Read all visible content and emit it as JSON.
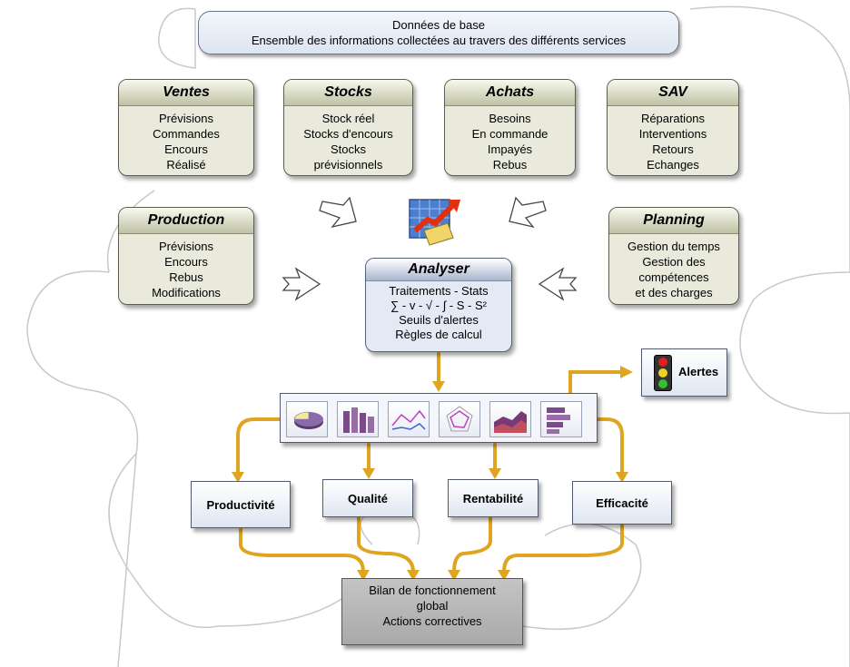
{
  "top_box": {
    "line1": "Données de base",
    "line2": "Ensemble des informations collectées au travers des différents services"
  },
  "services": {
    "ventes": {
      "title": "Ventes",
      "items": [
        "Prévisions",
        "Commandes",
        "Encours",
        "Réalisé"
      ]
    },
    "stocks": {
      "title": "Stocks",
      "items": [
        "Stock réel",
        "Stocks d'encours",
        "Stocks",
        "prévisionnels"
      ]
    },
    "achats": {
      "title": "Achats",
      "items": [
        "Besoins",
        "En commande",
        "Impayés",
        "Rebus"
      ]
    },
    "sav": {
      "title": "SAV",
      "items": [
        "Réparations",
        "Interventions",
        "Retours",
        "Echanges"
      ]
    },
    "production": {
      "title": "Production",
      "items": [
        "Prévisions",
        "Encours",
        "Rebus",
        "Modifications"
      ]
    },
    "planning": {
      "title": "Planning",
      "items": [
        "Gestion du temps",
        "Gestion des",
        "compétences",
        "et des charges"
      ]
    }
  },
  "analyser": {
    "title": "Analyser",
    "items": [
      "Traitements - Stats",
      "∑ - v - √ - ∫ - S - S²",
      "Seuils d'alertes",
      "Règles de calcul"
    ]
  },
  "alertes": {
    "label": "Alertes"
  },
  "indicators": {
    "productivite": "Productivité",
    "qualite": "Qualité",
    "rentabilite": "Rentabilité",
    "efficacite": "Efficacité"
  },
  "bilan": {
    "line1": "Bilan de fonctionnement",
    "line2": "global",
    "line3": "Actions correctives"
  },
  "colors": {
    "arrow": "#e0a520",
    "card_fill": "#e9eadb",
    "analyser_fill": "#e3e9f5",
    "bilan_fill": "#b5b5b5"
  },
  "icons": [
    "chart-analysis-icon",
    "pie-chart-icon",
    "bar-chart-icon",
    "line-chart-icon",
    "radar-chart-icon",
    "area-chart-icon",
    "stacked-bar-chart-icon",
    "traffic-light-icon",
    "chevron-arrow-icon"
  ]
}
